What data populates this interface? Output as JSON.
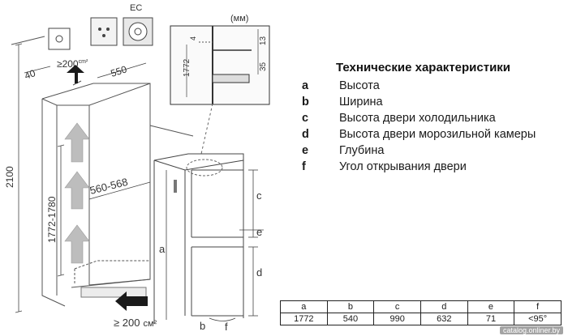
{
  "labels": {
    "ec": "EC",
    "mm": "(мм)",
    "vent_top": "≥200",
    "vent_top_unit": "cm²",
    "width_40": "40",
    "depth_550": "550",
    "total_height": "2100",
    "niche_height": "1772-1780",
    "niche_width": "560-568",
    "vent_bottom": "≥ 200",
    "vent_bottom_unit": "см²",
    "detail_1772": "1772",
    "detail_4": "4",
    "detail_13": "13",
    "detail_35": "35",
    "letter_a": "a",
    "letter_b": "b",
    "letter_c": "c",
    "letter_d": "d",
    "letter_e": "e",
    "letter_f": "f"
  },
  "specs": {
    "title": "Технические характеристики",
    "items": [
      {
        "key": "a",
        "value": "Высота"
      },
      {
        "key": "b",
        "value": "Ширина"
      },
      {
        "key": "c",
        "value": "Высота двери холодильника"
      },
      {
        "key": "d",
        "value": "Высота двери морозильной камеры"
      },
      {
        "key": "e",
        "value": "Глубина"
      },
      {
        "key": "f",
        "value": "Угол открывания двери"
      }
    ]
  },
  "table": {
    "headers": [
      "a",
      "b",
      "c",
      "d",
      "e",
      "f"
    ],
    "values": [
      "1772",
      "540",
      "990",
      "632",
      "71",
      "<95°"
    ]
  },
  "watermark": "catalog.onliner.by",
  "colors": {
    "arrow_dark": "#1a1a1a",
    "arrow_gray": "#b8b8b8",
    "line": "#555555"
  }
}
